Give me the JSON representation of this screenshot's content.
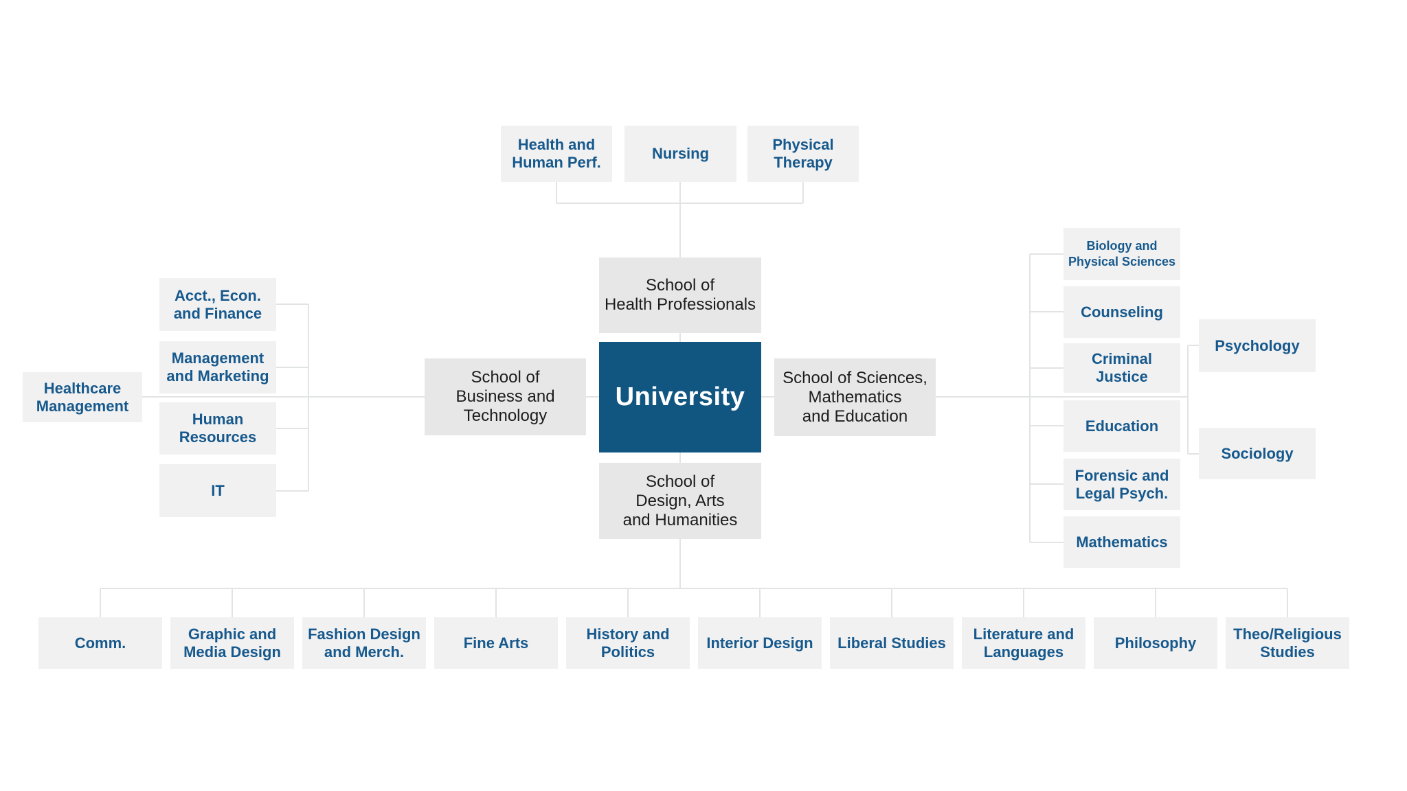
{
  "colors": {
    "university_fill": "#115680",
    "university_text": "#FFFFFF",
    "school_fill": "#E7E7E8",
    "school_text": "#1C1C1C",
    "department_fill": "#F1F1F2",
    "department_text": "#17598C",
    "connector_line": "#E2E3E4",
    "background": "#FFFFFF"
  },
  "root": {
    "label": "University"
  },
  "schools": {
    "health": {
      "label": "School of\nHealth Professionals"
    },
    "business": {
      "label": "School of\nBusiness and\nTechnology"
    },
    "sciences": {
      "label": "School of Sciences,\nMathematics\nand Education"
    },
    "design": {
      "label": "School of\nDesign, Arts\nand Humanities"
    }
  },
  "depts": {
    "health": [
      {
        "label": "Health and\nHuman Perf."
      },
      {
        "label": "Nursing"
      },
      {
        "label": "Physical\nTherapy"
      }
    ],
    "business": [
      {
        "label": "Acct., Econ.\nand Finance"
      },
      {
        "label": "Management\nand Marketing"
      },
      {
        "label": "Human\nResources"
      },
      {
        "label": "IT"
      },
      {
        "label": "Healthcare\nManagement"
      }
    ],
    "sciences": [
      {
        "label": "Biology and\nPhysical Sciences"
      },
      {
        "label": "Counseling"
      },
      {
        "label": "Criminal\nJustice"
      },
      {
        "label": "Education"
      },
      {
        "label": "Forensic and\nLegal Psych."
      },
      {
        "label": "Mathematics"
      }
    ],
    "sciences_sub": [
      {
        "label": "Psychology"
      },
      {
        "label": "Sociology"
      }
    ],
    "design": [
      {
        "label": "Comm."
      },
      {
        "label": "Graphic and\nMedia Design"
      },
      {
        "label": "Fashion Design\nand Merch."
      },
      {
        "label": "Fine Arts"
      },
      {
        "label": "History and\nPolitics"
      },
      {
        "label": "Interior Design"
      },
      {
        "label": "Liberal Studies"
      },
      {
        "label": "Literature and\nLanguages"
      },
      {
        "label": "Philosophy"
      },
      {
        "label": "Theo/Religious\nStudies"
      }
    ]
  }
}
